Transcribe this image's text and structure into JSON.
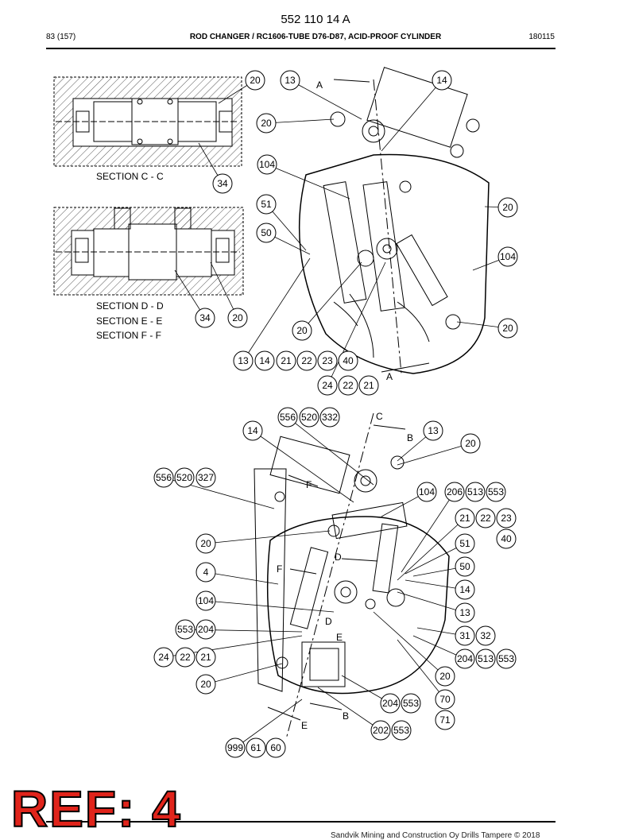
{
  "header": {
    "doc_number": "552 110 14 A",
    "page": "83 (157)",
    "title": "ROD CHANGER / RC1606-TUBE D76-D87, ACID-PROOF CYLINDER",
    "date": "180115"
  },
  "section_labels": {
    "cc": "SECTION  C - C",
    "dd": "SECTION  D - D",
    "ee": "SECTION  E - E",
    "ff": "SECTION  F - F"
  },
  "view_letters": {
    "a": "A",
    "b": "B",
    "c": "C",
    "d": "D",
    "e": "E",
    "f": "F"
  },
  "callouts_top": [
    "20",
    "13",
    "14",
    "20",
    "104",
    "51",
    "50",
    "20",
    "104",
    "34",
    "34",
    "20",
    "20",
    "20",
    "13",
    "14",
    "21",
    "22",
    "23",
    "40",
    "24",
    "22",
    "21"
  ],
  "callouts_bottom": [
    "556",
    "520",
    "332",
    "14",
    "13",
    "20",
    "556",
    "520",
    "327",
    "104",
    "206",
    "513",
    "553",
    "21",
    "22",
    "23",
    "40",
    "51",
    "50",
    "14",
    "13",
    "20",
    "4",
    "104",
    "553",
    "204",
    "31",
    "32",
    "24",
    "22",
    "21",
    "204",
    "513",
    "553",
    "20",
    "20",
    "70",
    "71",
    "204",
    "553",
    "202",
    "553",
    "999",
    "61",
    "60"
  ],
  "ref_stamp": "REF: 4",
  "footer": "Sandvik Mining and Construction Oy Drills Tampere © 2018",
  "colors": {
    "stamp": "#e0241b",
    "line": "#000000"
  }
}
